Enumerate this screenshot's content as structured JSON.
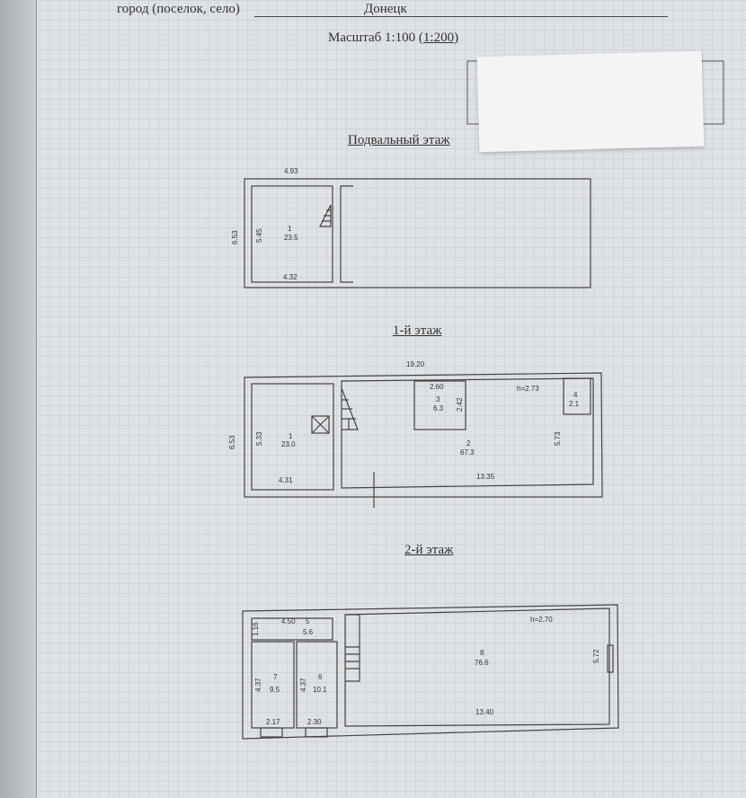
{
  "header": {
    "city_label": "город (поселок, село)",
    "city_value": "Донецк",
    "scale_label": "Масштаб 1:100",
    "scale_alt": "(1:200)"
  },
  "basement": {
    "title": "Подвальный этаж",
    "width": "4.93",
    "depth": "6.53",
    "inner_height": "5.45",
    "inner_width": "4.32",
    "room": {
      "number": "1",
      "area": "23.5"
    }
  },
  "floor1": {
    "title": "1-й этаж",
    "total_width": "19.20",
    "depth": "6.53",
    "height_note": "h=2.73",
    "rooms": [
      {
        "number": "1",
        "area": "23.0",
        "dims": [
          "5.33",
          "4.31"
        ]
      },
      {
        "number": "2",
        "area": "67.3",
        "dims": [
          "5.73",
          "13.35"
        ]
      },
      {
        "number": "3",
        "area": "6.3",
        "dims": [
          "2.60",
          "2.42"
        ]
      },
      {
        "number": "4",
        "area": "2.1"
      }
    ]
  },
  "floor2": {
    "title": "2-й этаж",
    "height_note": "h=2.70",
    "rooms": [
      {
        "number": "5",
        "area": "5.6",
        "dims": [
          "1.16",
          "4.50"
        ]
      },
      {
        "number": "6",
        "area": "10.1",
        "dims": [
          "4.37",
          "2.30"
        ]
      },
      {
        "number": "7",
        "area": "9.5",
        "dims": [
          "4.37",
          "2.17"
        ]
      },
      {
        "number": "8",
        "area": "76.6",
        "dims": [
          "5.72",
          "13.40"
        ]
      }
    ]
  }
}
